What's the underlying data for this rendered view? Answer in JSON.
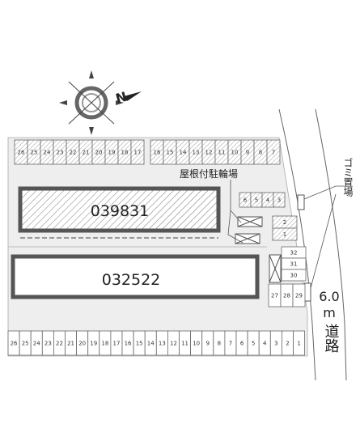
{
  "compass": {
    "north_label": "N"
  },
  "buildings": {
    "upper": {
      "id": "039831"
    },
    "lower": {
      "id": "032522"
    }
  },
  "labels": {
    "bicycle_parking": "屋根付駐輪場",
    "garbage_area": "ゴミ置場",
    "road_width": "6.0",
    "road_unit": "m",
    "road_word": "道路"
  },
  "parking": {
    "upper_left": [
      "26",
      "25",
      "24",
      "23",
      "22",
      "21",
      "20",
      "19",
      "18",
      "17"
    ],
    "upper_right": [
      "16",
      "15",
      "14",
      "13",
      "12",
      "11",
      "10",
      "9",
      "8",
      "7"
    ],
    "upper_small": [
      "6",
      "5",
      "4",
      "3"
    ],
    "stacked_small": [
      "2",
      "1"
    ],
    "right_column": [
      "32",
      "31",
      "30"
    ],
    "right_bottom": [
      "27",
      "28",
      "29"
    ],
    "bottom_row": [
      "26",
      "25",
      "24",
      "23",
      "22",
      "21",
      "20",
      "19",
      "18",
      "17",
      "16",
      "15",
      "14",
      "13",
      "12",
      "11",
      "10",
      "9",
      "8",
      "7",
      "6",
      "5",
      "4",
      "3",
      "2",
      "1"
    ]
  },
  "colors": {
    "ground": "#eeeeee",
    "building_border": "#555555",
    "line": "#666666"
  }
}
